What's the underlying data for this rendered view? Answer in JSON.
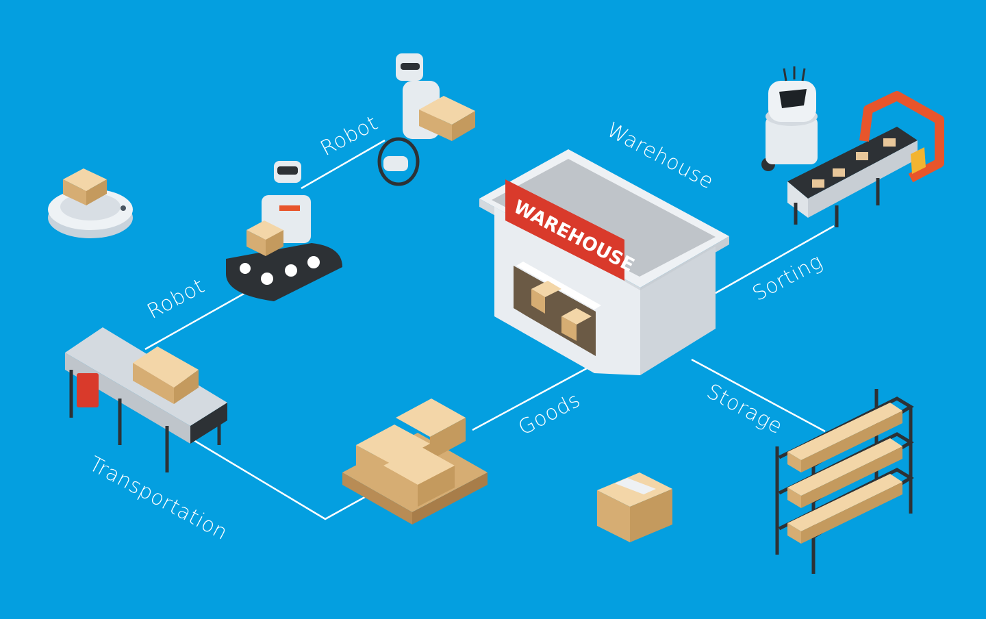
{
  "labels": {
    "robot_upper": "Robot",
    "robot_lower": "Robot",
    "warehouse": "Warehouse",
    "sorting": "Sorting",
    "storage": "Storage",
    "goods": "Goods",
    "transportation": "Transportation"
  },
  "sign_text": "WAREHOUSE",
  "colors": {
    "background": "#049fe0",
    "sign_red": "#d93a2b",
    "box_tan": "#e8c79a",
    "connector": "#ffffff",
    "arm_orange": "#e8552b"
  },
  "icons": [
    "cleaning-robot-icon",
    "tracked-robot-icon",
    "wheeled-robot-icon",
    "warehouse-building-icon",
    "sorting-robot-icon",
    "robotic-arm-icon",
    "storage-rack-icon",
    "pallet-boxes-icon",
    "cardboard-box-icon",
    "roller-conveyor-icon"
  ]
}
